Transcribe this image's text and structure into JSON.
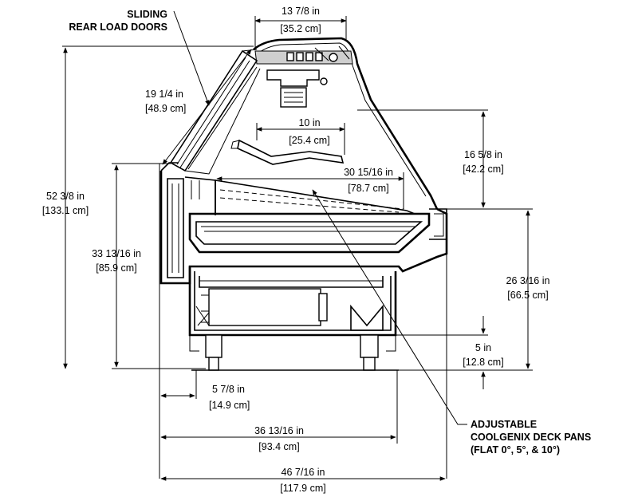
{
  "callouts": {
    "sliding_doors_line1": "SLIDING",
    "sliding_doors_line2": "REAR LOAD DOORS",
    "deck_pans_line1": "ADJUSTABLE",
    "deck_pans_line2": "COOLGENIX DECK PANS",
    "deck_pans_line3": "(FLAT 0°, 5°, & 10°)"
  },
  "dimensions": {
    "top_width": {
      "in": "13 7/8 in",
      "cm": "[35.2 cm]"
    },
    "door_length": {
      "in": "19 1/4 in",
      "cm": "[48.9 cm]"
    },
    "shelf_depth": {
      "in": "10 in",
      "cm": "[25.4 cm]"
    },
    "deck_depth": {
      "in": "30 15/16 in",
      "cm": "[78.7 cm]"
    },
    "overall_height": {
      "in": "52 3/8 in",
      "cm": "[133.1 cm]"
    },
    "rear_height": {
      "in": "33 13/16 in",
      "cm": "[85.9 cm]"
    },
    "display_height": {
      "in": "16 5/8 in",
      "cm": "[42.2 cm]"
    },
    "front_height": {
      "in": "26 3/16 in",
      "cm": "[66.5 cm]"
    },
    "leg_height": {
      "in": "5 in",
      "cm": "[12.8 cm]"
    },
    "rear_overhang": {
      "in": "5 7/8 in",
      "cm": "[14.9 cm]"
    },
    "base_depth": {
      "in": "36 13/16 in",
      "cm": "[93.4 cm]"
    },
    "overall_depth": {
      "in": "46 7/16 in",
      "cm": "[117.9 cm]"
    }
  }
}
